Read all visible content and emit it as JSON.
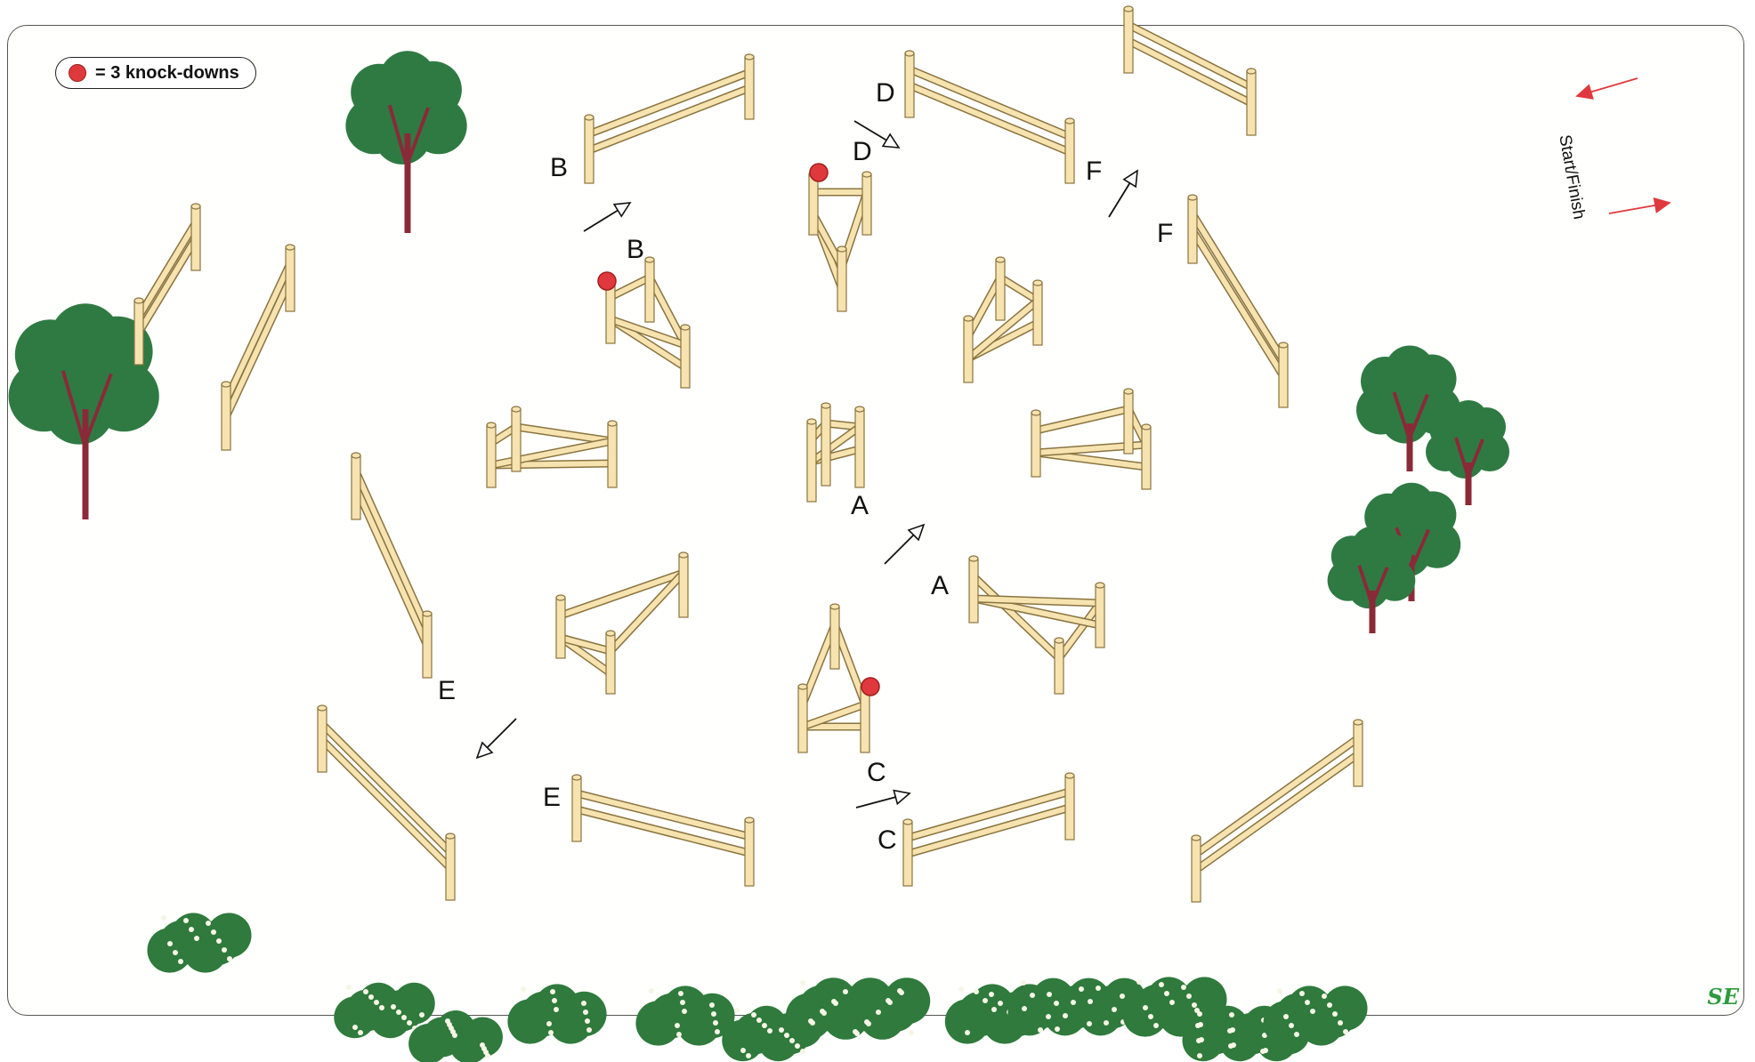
{
  "legend": {
    "marker_color": "#e0393d",
    "text": "= 3 knock-downs"
  },
  "start_finish": "Start/Finish",
  "signature": "SE",
  "fence_labels": {
    "a": "A",
    "b": "B",
    "c": "C",
    "d": "D",
    "e": "E",
    "f": "F"
  },
  "colors": {
    "rail": "#f6e3b0",
    "rail_outline": "#8a7440",
    "tree_foliage": "#2f7a43",
    "trunk": "#8a2a38",
    "arrow": "#111111",
    "start_arrow": "#e0393d",
    "knockdown": "#e0393d",
    "flowers": "#2f7a3c"
  }
}
